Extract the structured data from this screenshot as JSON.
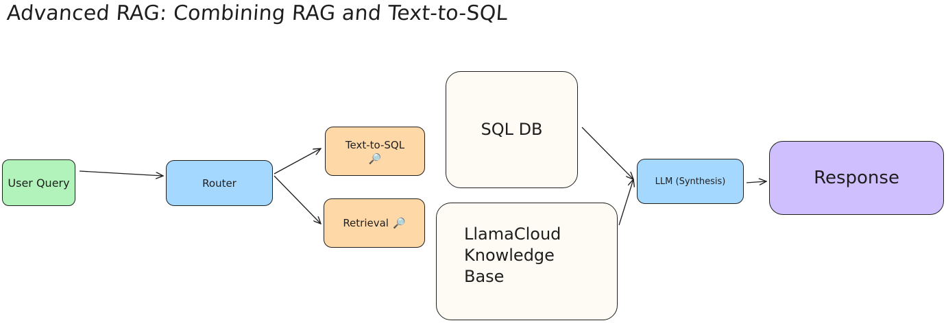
{
  "title": "Advanced RAG: Combining RAG and Text-to-SQL",
  "nodes": {
    "user_query": "User Query",
    "router": "Router",
    "text_to_sql": "Text-to-SQL",
    "retrieval": "Retrieval",
    "sql_db": "SQL DB",
    "llamacloud": "LlamaCloud Knowledge Base",
    "llm": "LLM (Synthesis)",
    "response": "Response"
  },
  "icons": {
    "text_to_sql": "magnifier-icon",
    "retrieval": "magnifier-icon"
  },
  "colors": {
    "user_query": "#b2f2bb",
    "router": "#a5d8ff",
    "tools": "#ffd8a8",
    "stores": "#fdfbf3",
    "llm": "#a5d8ff",
    "response": "#d0bfff",
    "stroke": "#1e1e1e"
  },
  "edges": [
    {
      "from": "user_query",
      "to": "router"
    },
    {
      "from": "router",
      "to": "text_to_sql"
    },
    {
      "from": "router",
      "to": "retrieval"
    },
    {
      "from": "sql_db",
      "to": "llm"
    },
    {
      "from": "llamacloud",
      "to": "llm"
    },
    {
      "from": "llm",
      "to": "response"
    }
  ]
}
